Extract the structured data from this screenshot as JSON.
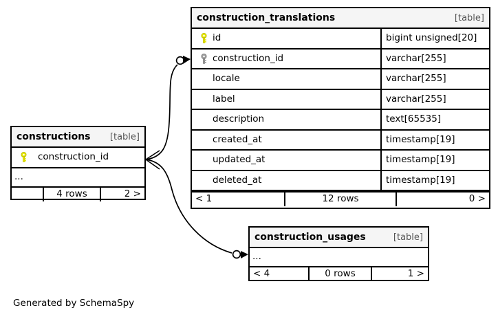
{
  "diagram": {
    "generated_by": "Generated by SchemaSpy",
    "kind_label": "[table]",
    "ellipsis": "...",
    "colors": {
      "primary_key": "#e8e800",
      "foreign_key": "#9e9e9e",
      "header_background": "#f5f5f5",
      "border": "#000000",
      "background": "#ffffff",
      "kind_label_text": "#555555"
    }
  },
  "tables": {
    "construction_translations": {
      "name": "construction_translations",
      "kind": "[table]",
      "columns": [
        {
          "key": "primary-key",
          "name": "id",
          "type": "bigint unsigned[20]"
        },
        {
          "key": "foreign-key",
          "name": "construction_id",
          "type": "varchar[255]"
        },
        {
          "key": "none",
          "name": "locale",
          "type": "varchar[255]"
        },
        {
          "key": "none",
          "name": "label",
          "type": "varchar[255]"
        },
        {
          "key": "none",
          "name": "description",
          "type": "text[65535]"
        },
        {
          "key": "none",
          "name": "created_at",
          "type": "timestamp[19]"
        },
        {
          "key": "none",
          "name": "updated_at",
          "type": "timestamp[19]"
        },
        {
          "key": "none",
          "name": "deleted_at",
          "type": "timestamp[19]"
        }
      ],
      "footer": {
        "left": "< 1",
        "middle": "12 rows",
        "right": "0 >"
      }
    },
    "constructions": {
      "name": "constructions",
      "kind": "[table]",
      "columns": [
        {
          "key": "primary-key",
          "name": "construction_id",
          "type": ""
        }
      ],
      "more_columns": "...",
      "footer": {
        "left": "",
        "middle": "4 rows",
        "right": "2 >"
      }
    },
    "construction_usages": {
      "name": "construction_usages",
      "kind": "[table]",
      "columns": [],
      "more_columns": "...",
      "footer": {
        "left": "< 4",
        "middle": "0 rows",
        "right": "1 >"
      }
    }
  },
  "relationships": [
    {
      "from": "constructions",
      "to": "construction_translations",
      "to_column": "construction_id",
      "from_cardinality": "one",
      "to_cardinality": "zero-or-many"
    },
    {
      "from": "constructions",
      "to": "construction_usages",
      "to_column": "",
      "from_cardinality": "one",
      "to_cardinality": "zero-or-many"
    }
  ]
}
